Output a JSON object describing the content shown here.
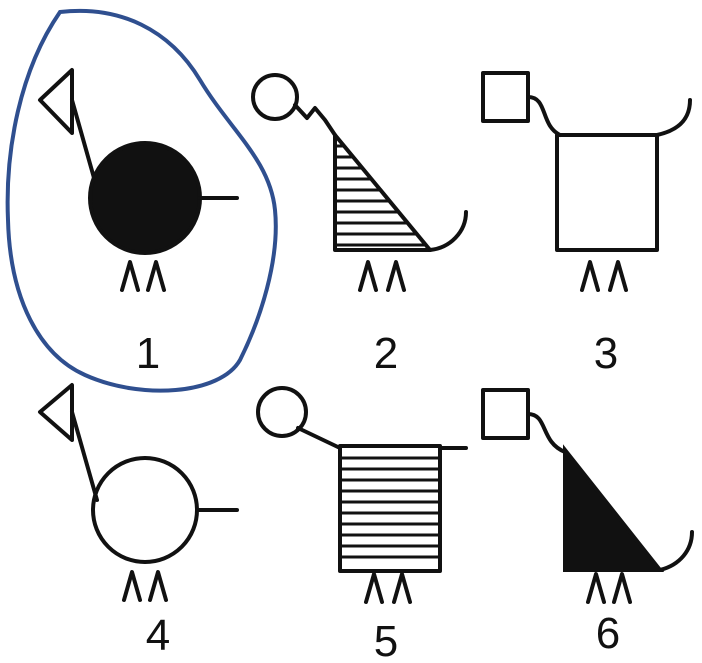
{
  "figures": [
    {
      "label": "1",
      "head": "triangle",
      "body": "circle",
      "body_fill": "solid"
    },
    {
      "label": "2",
      "head": "circle",
      "body": "triangle",
      "body_fill": "striped"
    },
    {
      "label": "3",
      "head": "square",
      "body": "square",
      "body_fill": "empty"
    },
    {
      "label": "4",
      "head": "triangle",
      "body": "circle",
      "body_fill": "empty"
    },
    {
      "label": "5",
      "head": "circle",
      "body": "square",
      "body_fill": "striped"
    },
    {
      "label": "6",
      "head": "square",
      "body": "triangle",
      "body_fill": "solid"
    }
  ],
  "highlight": {
    "figure": "1",
    "color": "#2f4f8f"
  },
  "colors": {
    "ink": "#111111",
    "background": "#ffffff"
  }
}
